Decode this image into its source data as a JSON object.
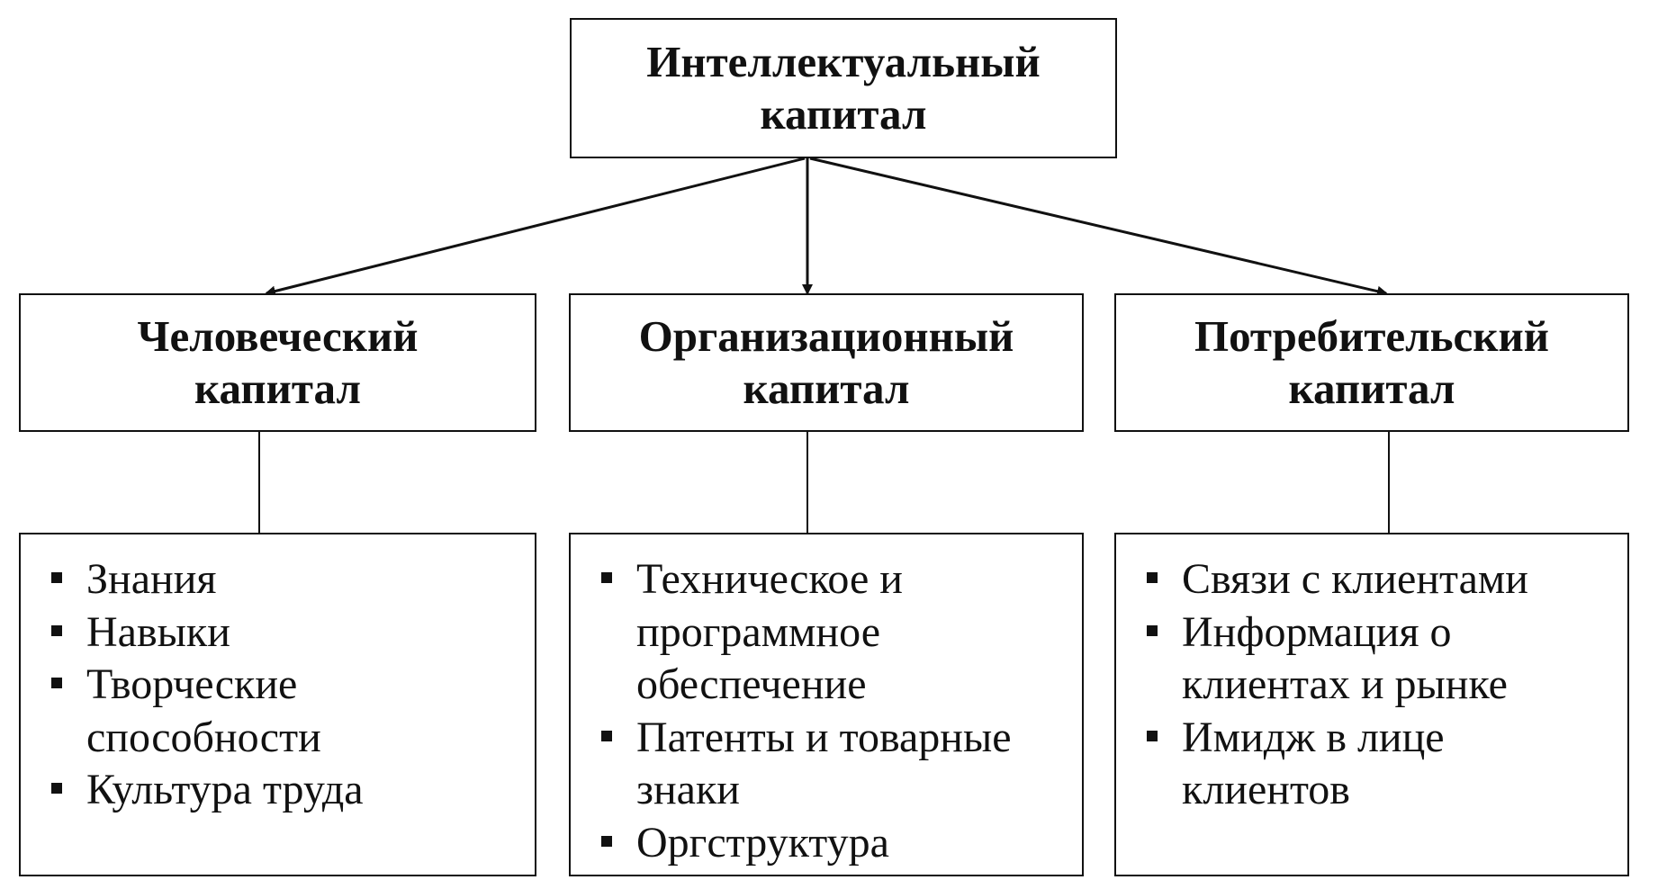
{
  "root": {
    "line1": "Интеллектуальный",
    "line2": "капитал"
  },
  "categories": [
    {
      "title_line1": "Человеческий",
      "title_line2": "капитал",
      "items": [
        {
          "line1": "Знания",
          "line2": ""
        },
        {
          "line1": "Навыки",
          "line2": ""
        },
        {
          "line1": "Творческие",
          "line2": "способности"
        },
        {
          "line1": "Культура труда",
          "line2": ""
        }
      ]
    },
    {
      "title_line1": "Организационный",
      "title_line2": "капитал",
      "items": [
        {
          "line1": "Техническое и",
          "line2": "программное",
          "line3": "обеспечение"
        },
        {
          "line1": "Патенты и товарные",
          "line2": "знаки"
        },
        {
          "line1": "Оргструктура"
        }
      ]
    },
    {
      "title_line1": "Потребительский",
      "title_line2": "капитал",
      "items": [
        {
          "line1": "Связи с клиентами"
        },
        {
          "line1": "Информация о",
          "line2": "клиентах и рынке"
        },
        {
          "line1": "Имидж в лице",
          "line2": "клиентов"
        }
      ]
    }
  ]
}
